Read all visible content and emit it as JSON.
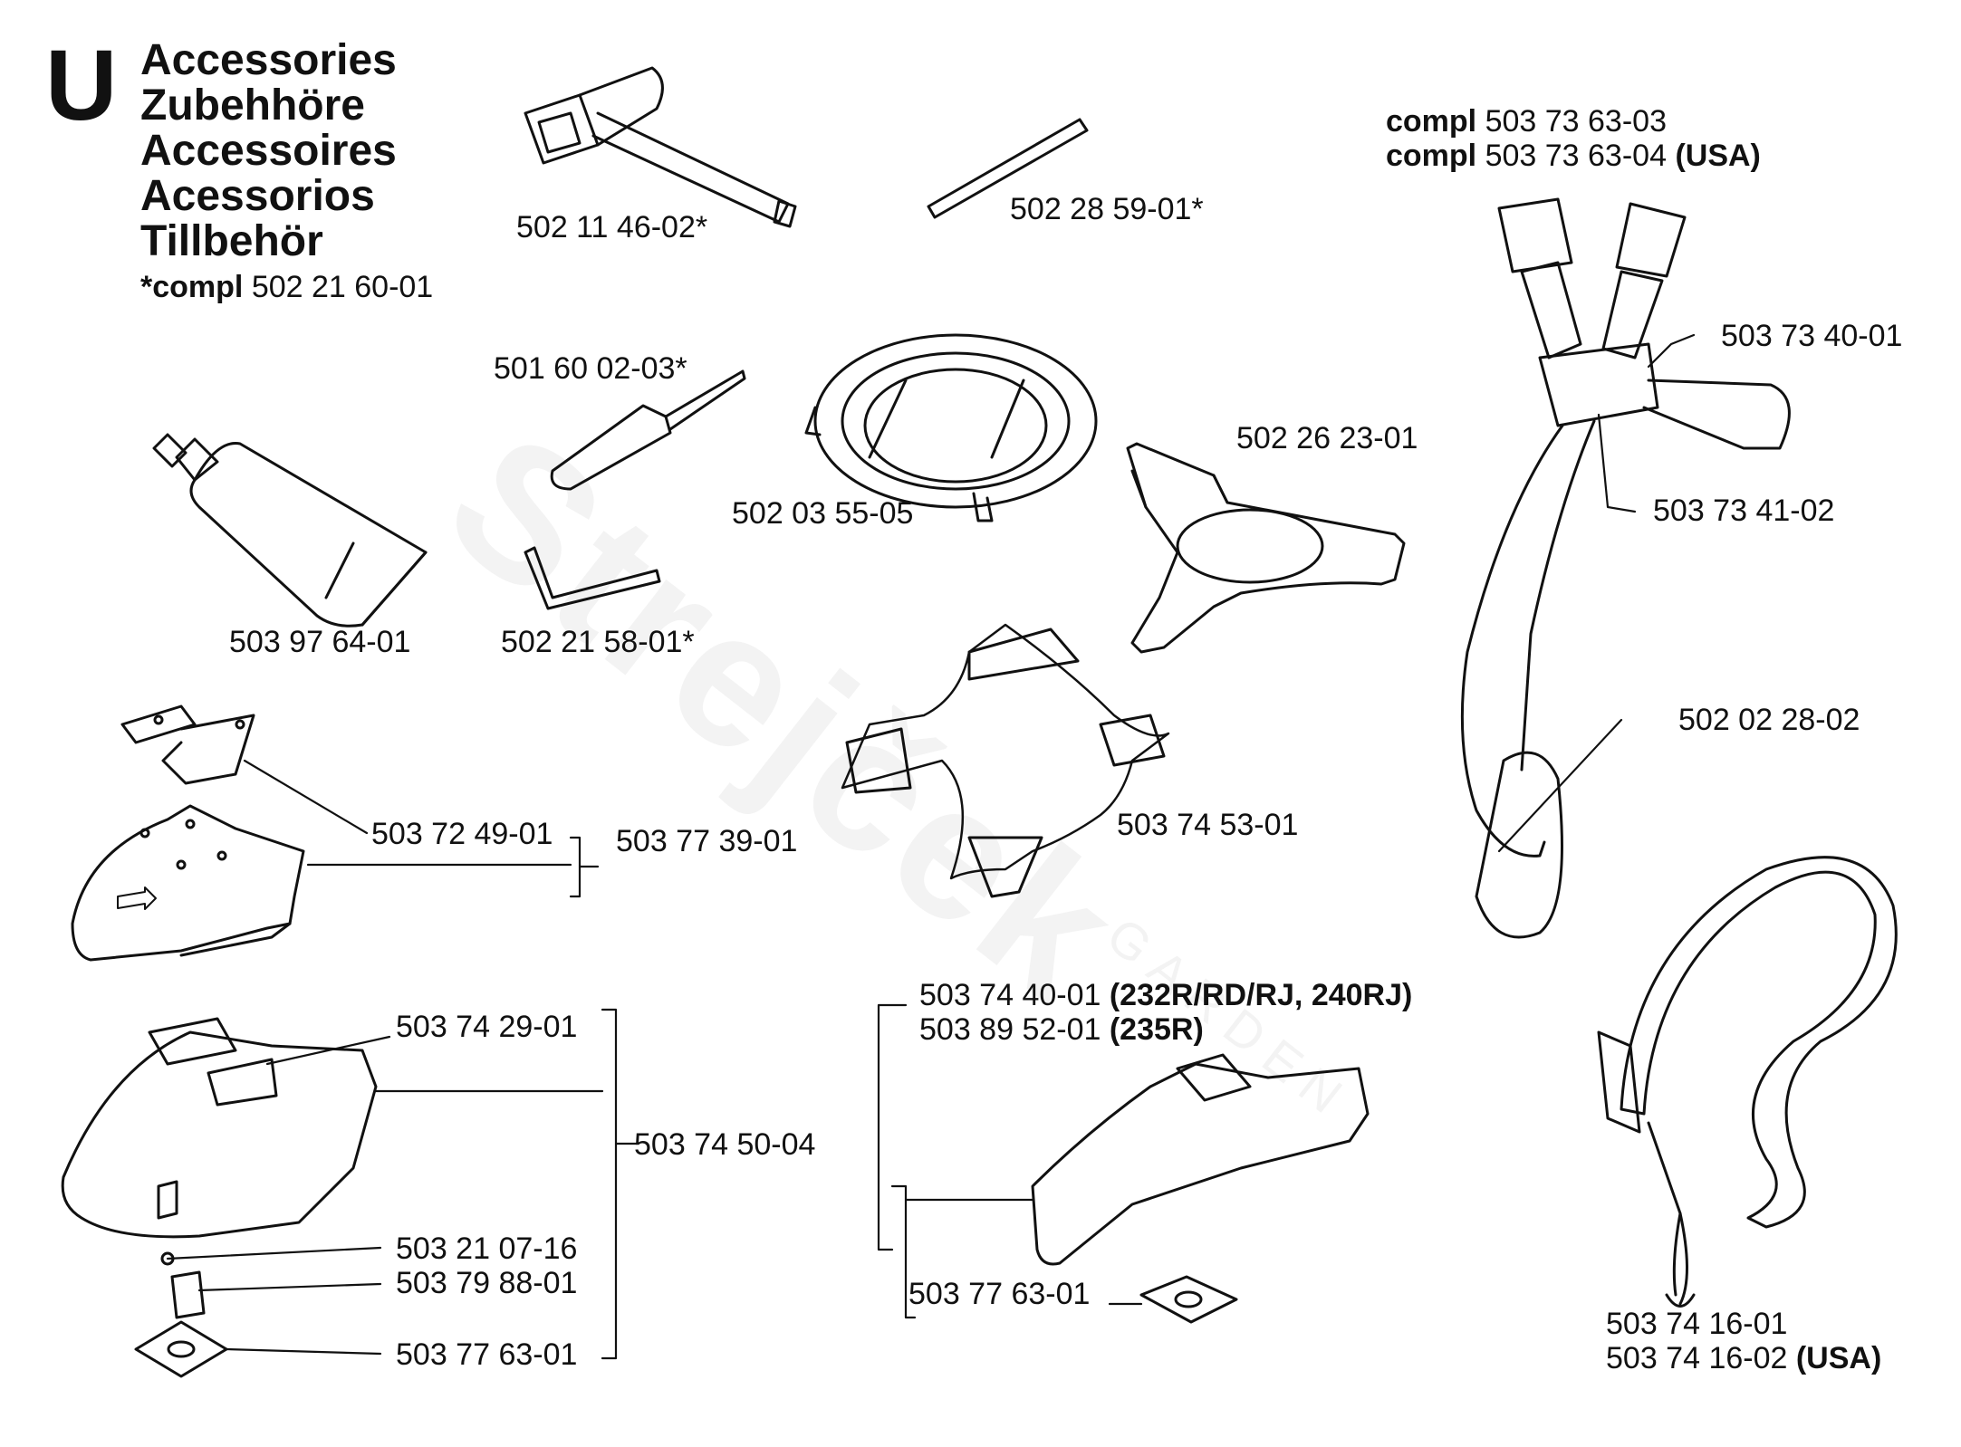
{
  "header": {
    "section_letter": "U",
    "titles": [
      "Accessories",
      "Zubehhöre",
      "Accessoires",
      "Acessorios",
      "Tillbehör"
    ],
    "compl_prefix": "*compl",
    "compl_number": "502 21 60-01"
  },
  "watermark": {
    "brand": "Strejček",
    "sub": "GARDEN"
  },
  "harness_header": {
    "line1_prefix": "compl",
    "line1_number": "503 73 63-03",
    "line2_prefix": "compl",
    "line2_number": "503 73 63-04",
    "line2_suffix": "(USA)"
  },
  "parts": {
    "p1": "502 11 46-02*",
    "p2": "502 28 59-01*",
    "p3": "501 60 02-03*",
    "p4": "502 03 55-05",
    "p5": "502 26 23-01",
    "p6": "503 97 64-01",
    "p7": "502 21 58-01*",
    "p8": "503 72 49-01",
    "p9": "503 77 39-01",
    "p10": "503 74 53-01",
    "p11": "503 74 29-01",
    "p12": "503 74 50-04",
    "p13": "503 21 07-16",
    "p14": "503 79 88-01",
    "p15": "503 77 63-01",
    "p16_number": "503 74 40-01",
    "p16_models": "(232R/RD/RJ, 240RJ)",
    "p17_number": "503 89 52-01",
    "p17_models": "(235R)",
    "p18": "503 77 63-01",
    "p19": "503 73 40-01",
    "p20": "503 73 41-02",
    "p21": "502 02 28-02",
    "p22": "503 74 16-01",
    "p23_number": "503 74 16-02",
    "p23_suffix": "(USA)"
  }
}
